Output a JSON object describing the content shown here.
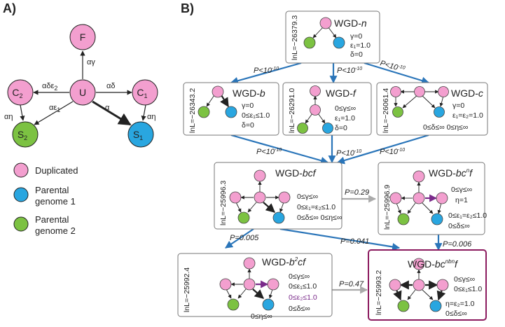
{
  "panel_a": {
    "label": "A)",
    "nodes": {
      "F": "F",
      "U": "U",
      "C2_main": "C",
      "C2_sub": "2",
      "C1_main": "C",
      "C1_sub": "1",
      "S2_main": "S",
      "S2_sub": "2",
      "S1_main": "S",
      "S1_sub": "1"
    },
    "edges": {
      "U_F": "αγ",
      "U_C2": "αδε",
      "U_C2_sub": "2",
      "U_C1": "αδ",
      "C2_S2": "αη",
      "U_S2": "αε",
      "U_S2_sub": "1",
      "U_S1": "α",
      "C1_S1": "αη"
    },
    "legend": {
      "duplicated": "Duplicated",
      "parental1_line1": "Parental",
      "parental1_line2": "genome 1",
      "parental2_line1": "Parental",
      "parental2_line2": "genome 2"
    }
  },
  "panel_b": {
    "label": "B)",
    "boxes": {
      "n": {
        "lnl": "lnL=−26379.3",
        "title": "WGD-",
        "title_it": "n",
        "p1": "γ=0",
        "p2": "ε₁=1.0",
        "p3": "δ=0"
      },
      "b": {
        "lnl": "lnL=−26343.2",
        "title": "WGD-",
        "title_it": "b",
        "p1": "γ=0",
        "p2": "0≤ε₁≤1.0",
        "p3": "δ=0"
      },
      "f": {
        "lnl": "lnL=−26291.0",
        "title": "WGD-",
        "title_it": "f",
        "p1": "0≤γ≤∞",
        "p2": "ε₁=1.0",
        "p3": "δ=0"
      },
      "c": {
        "lnl": "lnL=−26061.4",
        "title": "WGD-",
        "title_it": "c",
        "p1": "γ=0",
        "p2": "ε₁=ε₂=1.0",
        "p3": "0≤δ≤∞  0≤η≤∞"
      },
      "bcf": {
        "lnl": "lnL=−25996.3",
        "title": "WGD-",
        "title_it": "bcf",
        "p1": "0≤γ≤∞",
        "p2": "0≤ε₁=ε₂≤1.0",
        "p3": "0≤δ≤∞  0≤η≤∞"
      },
      "bcnf": {
        "lnl": "lnL=−25996.9",
        "title": "WGD-",
        "title_it": "bc",
        "sup": "n",
        "title_end": "f",
        "p1": "0≤γ≤∞",
        "p2": "η=1",
        "p3": "0≤ε₁=ε₂≤1.0",
        "p4": "0≤δ≤∞"
      },
      "b2cf": {
        "lnl": "lnL=−25992.4",
        "title": "WGD-",
        "title_it": "b",
        "sup": "2",
        "title_end": "cf",
        "p1": "0≤γ≤∞",
        "p2": "0≤ε₁≤1.0",
        "p3": "0≤ε₂≤1.0",
        "p4": "0≤η≤∞",
        "p5": "0≤δ≤∞"
      },
      "bcnbnf": {
        "lnl": "lnL=−25993.2",
        "title": "WGD-",
        "title_it": "bc",
        "sup": "nbn",
        "title_end": "f",
        "p1": "0≤γ≤∞",
        "p2": "0≤ε₁≤1.0",
        "p3": "η=ε₂=1.0",
        "p4": "0≤δ≤∞"
      }
    },
    "pvalues": {
      "n_b": "P<10",
      "n_b_exp": "-10",
      "n_f": "P<10",
      "n_f_exp": "-10",
      "n_c": "P<10",
      "n_c_exp": "-10",
      "b_bcf": "P<10",
      "b_bcf_exp": "-10",
      "f_bcf": "P<10",
      "f_bcf_exp": "-10",
      "c_bcf": "P<10",
      "c_bcf_exp": "-10",
      "bcf_bcnf": "P=0.29",
      "bcf_b2cf": "P=0.005",
      "bcf_bcnbnf": "P=0.041",
      "bcnf_bcnbnf": "P=0.006",
      "b2cf_bcnbnf": "P=0.47"
    }
  },
  "colors": {
    "duplicated": "#f39fcf",
    "parental1": "#29a6e0",
    "parental2": "#7cc242",
    "arrow_blue": "#2a75b9",
    "arrow_gray": "#aaaaaa",
    "accent_purple": "#7a2a8a",
    "final_border": "#8b1a5e"
  }
}
